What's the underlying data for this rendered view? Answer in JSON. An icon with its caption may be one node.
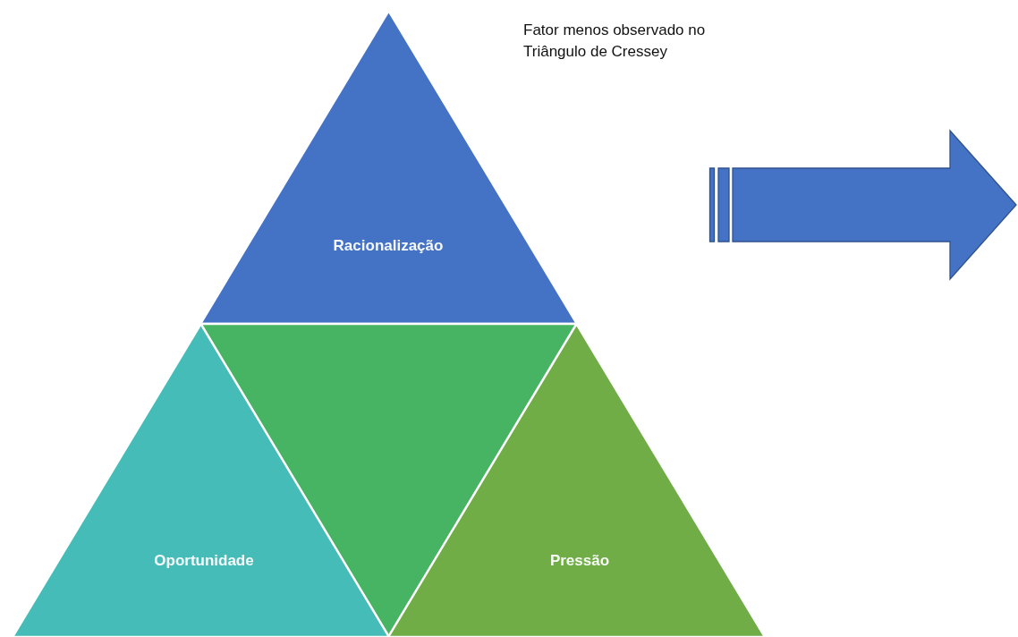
{
  "diagram": {
    "nodes": [
      {
        "text": [
          "Racionalização"
        ]
      },
      {
        "text": [],
        "shape": "triangle"
      },
      {
        "text": [
          "Oportunidade"
        ]
      },
      {
        "text": [
          "Pressão"
        ]
      }
    ],
    "labels": [
      "Fator menos observado no Triângulo de Cressey"
    ]
  }
}
